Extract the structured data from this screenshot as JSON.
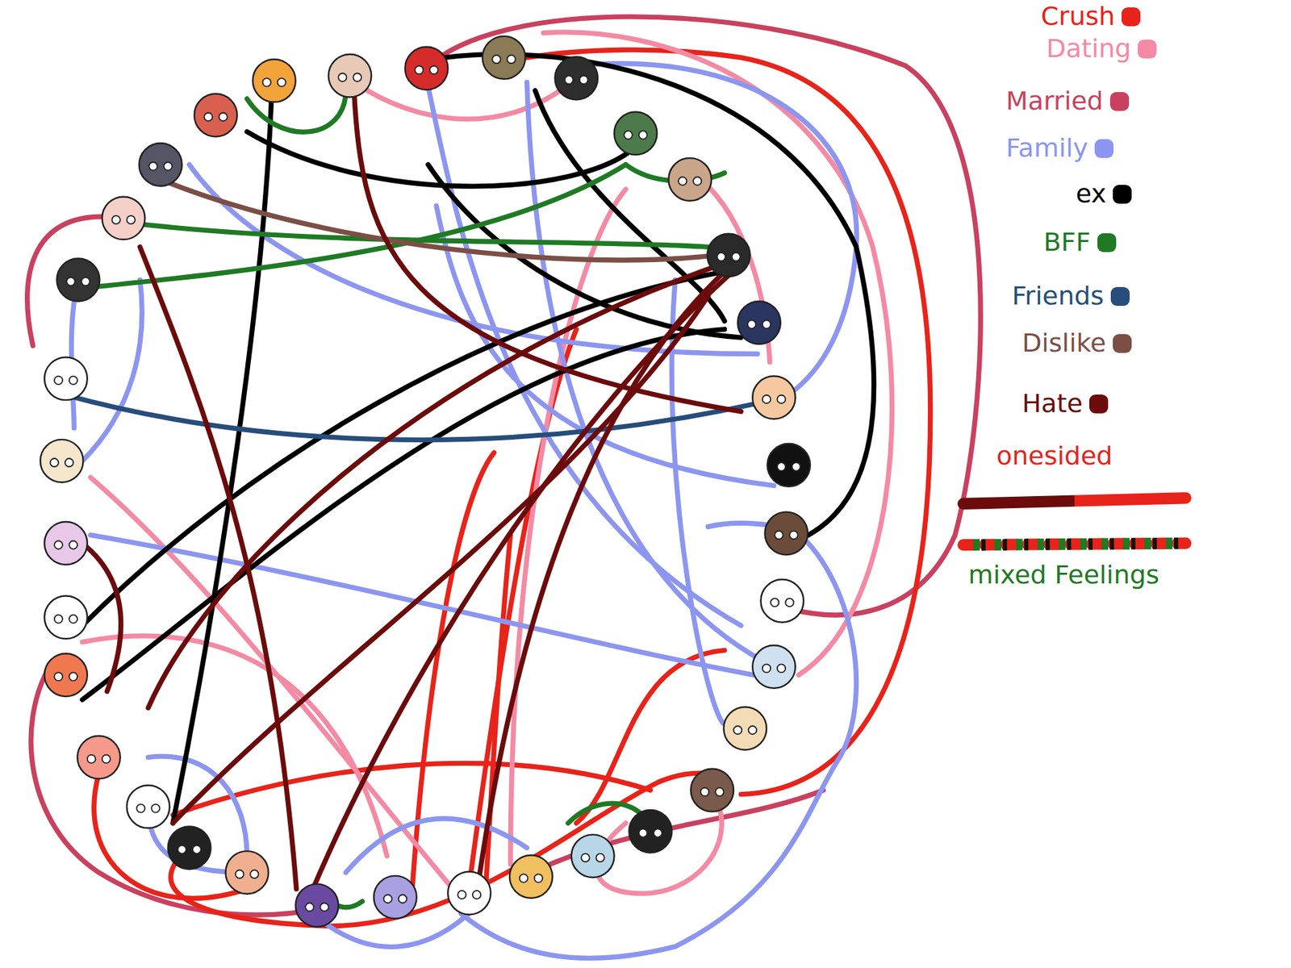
{
  "diagram": {
    "legend": [
      {
        "text": "Crush",
        "color": "#e8231a"
      },
      {
        "text": "Dating",
        "color": "#f48aa4"
      },
      {
        "text": "Married",
        "color": "#c9415f"
      },
      {
        "text": "Family",
        "color": "#8c96f0"
      },
      {
        "text": "ex",
        "color": "#000000"
      },
      {
        "text": "BFF",
        "color": "#1f7a24"
      },
      {
        "text": "Friends",
        "color": "#274d7a"
      },
      {
        "text": "Dislike",
        "color": "#7b4f46"
      },
      {
        "text": "Hate",
        "color": "#6b0b0b"
      },
      {
        "text": "onesided"
      },
      {
        "text": "mixed Feelings"
      }
    ]
  }
}
